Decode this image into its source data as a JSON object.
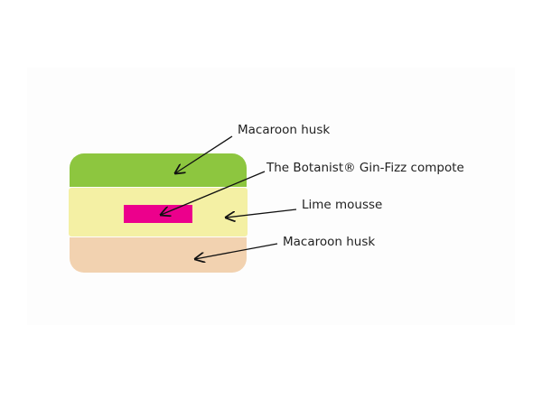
{
  "labels": {
    "top_husk": "Macaroon husk",
    "compote": "The Botanist® Gin-Fizz compote",
    "mousse": "Lime mousse",
    "bottom_husk": "Macaroon husk"
  },
  "colors": {
    "top_husk": "#8dc63f",
    "mousse": "#f4f0a4",
    "compote": "#ec008c",
    "bottom_husk": "#f2d2b0",
    "arrow": "#111111"
  }
}
